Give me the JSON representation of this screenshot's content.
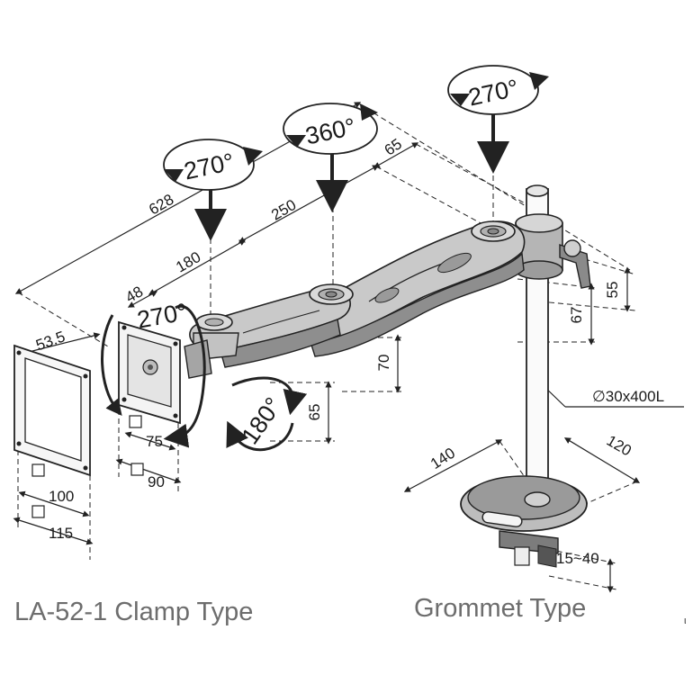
{
  "labels": {
    "clamp_type": "LA-52-1 Clamp Type",
    "grommet_type": "Grommet Type",
    "corner_mark": "ι"
  },
  "rotations": {
    "left_joint": "270°",
    "middle_joint": "360°",
    "pole_top": "270°",
    "vesa_tilt": "270°",
    "head_swivel": "180°"
  },
  "dimensions": {
    "total_length": "628",
    "arm_length": "250",
    "head_arm": "180",
    "pole_offset": "65",
    "clamp_height": "55",
    "collar_height": "67",
    "arm_drop": "70",
    "head_drop": "65",
    "pole": "∅30x400L",
    "base_depth": "140",
    "base_width": "120",
    "clamp_range": "15~40",
    "vesa_offset": "48",
    "plate_offset": "53.5",
    "vesa_75": "75",
    "vesa_90": "90",
    "vesa_100": "100",
    "vesa_115": "115"
  },
  "colors": {
    "line": "#222222",
    "arm_fill": "#c9c9c9",
    "caption": "#6d6d6d"
  }
}
